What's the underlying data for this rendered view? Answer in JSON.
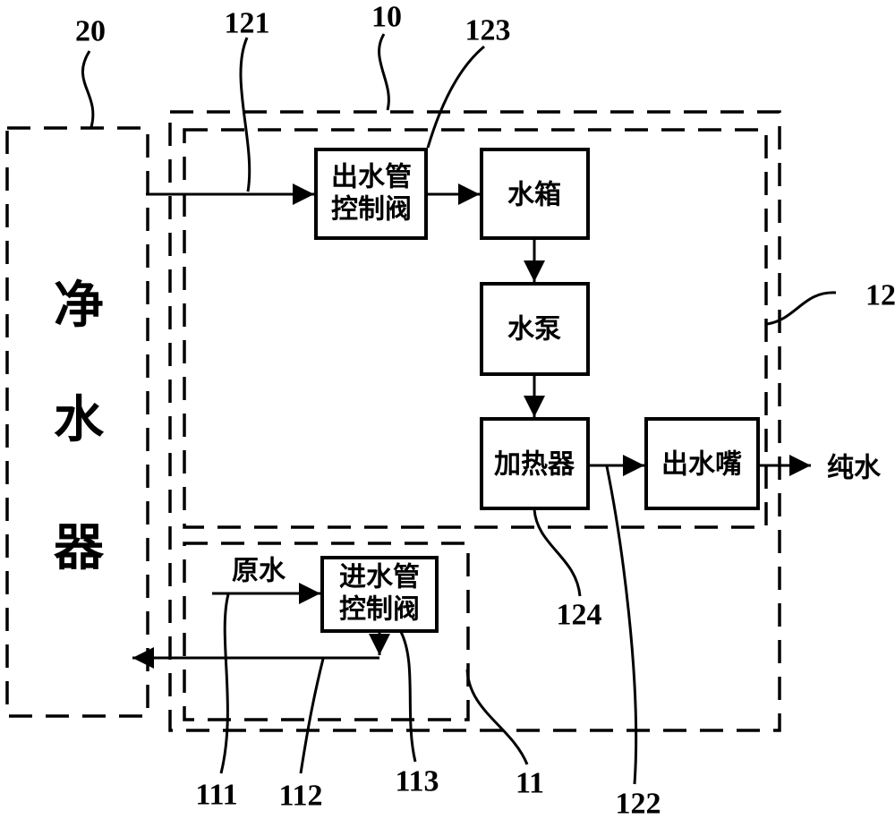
{
  "colors": {
    "line": "#000000",
    "background": "#ffffff"
  },
  "blocks": {
    "purifier": {
      "chars": [
        "净",
        "水",
        "器"
      ]
    },
    "outlet_valve": {
      "line1": "出水管",
      "line2": "控制阀"
    },
    "tank": {
      "label": "水箱"
    },
    "pump": {
      "label": "水泵"
    },
    "heater": {
      "label": "加热器"
    },
    "nozzle": {
      "label": "出水嘴"
    },
    "inlet_valve": {
      "line1": "进水管",
      "line2": "控制阀"
    }
  },
  "flow_labels": {
    "raw_water": "原水",
    "pure_water": "纯水"
  },
  "ref_numbers": {
    "n20": "20",
    "n121": "121",
    "n10": "10",
    "n123": "123",
    "n12": "12",
    "n124": "124",
    "n111": "111",
    "n112": "112",
    "n113": "113",
    "n11": "11",
    "n122": "122"
  }
}
